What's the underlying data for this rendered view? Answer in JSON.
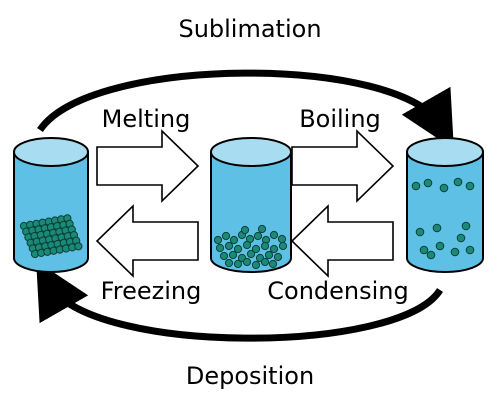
{
  "labels": {
    "sublimation": "Sublimation",
    "melting": "Melting",
    "boiling": "Boiling",
    "freezing": "Freezing",
    "condensing": "Condensing",
    "deposition": "Deposition"
  },
  "colors": {
    "background": "#ffffff",
    "container_fill": "#5fc0e6",
    "container_top": "#a8dcf1",
    "container_stroke": "#000000",
    "particle_fill": "#1a8a78",
    "particle_stroke": "#0b3f37",
    "arrow_fill": "#ffffff",
    "arrow_stroke": "#000000",
    "cycle_arrow": "#000000"
  },
  "states": [
    {
      "id": "solid",
      "particle_count": 48
    },
    {
      "id": "liquid",
      "particle_count": 32
    },
    {
      "id": "gas",
      "particle_count": 14
    }
  ]
}
